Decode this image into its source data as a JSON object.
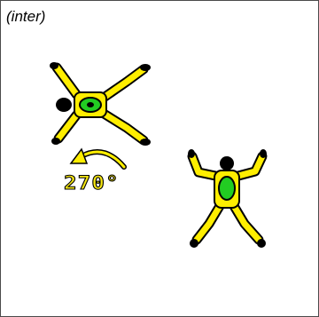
{
  "caption": "(inter)",
  "rotation": {
    "label": "270°",
    "degrees": 270,
    "direction": "counterclockwise"
  },
  "figures": {
    "suit_color": "#ffee00",
    "vest_color": "#22cc22",
    "outline_color": "#000000"
  }
}
